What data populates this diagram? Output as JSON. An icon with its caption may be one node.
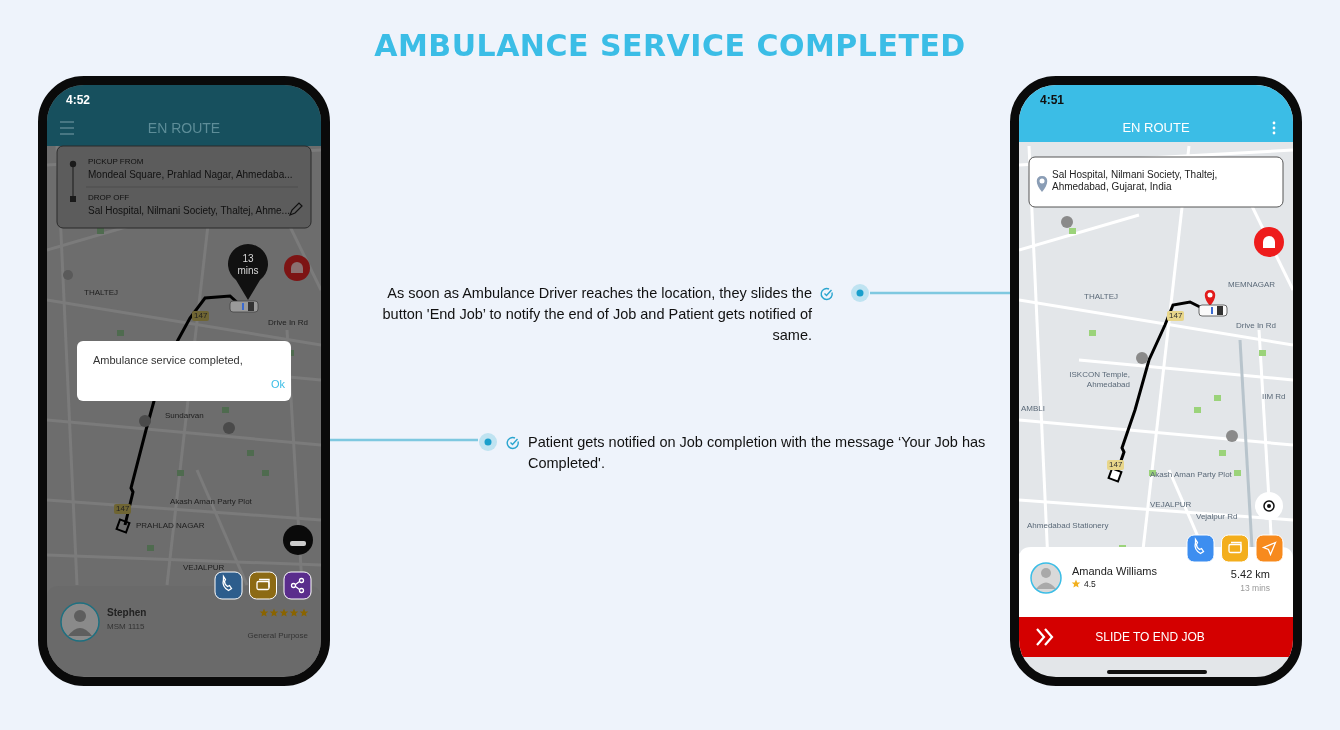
{
  "diagram": {
    "title": "AMBULANCE SERVICE COMPLETED",
    "nodes": [
      {
        "text": [],
        "shape": "picture"
      },
      {
        "text": [
          "As soon as Ambulance Driver reaches the location, they slides the button 'End Job’ to notify the end of Job and Patient gets notified of same."
        ]
      },
      {
        "text": [
          "Patient gets notified on Job completion with the message ‘Your Job has Completed'."
        ]
      },
      {
        "text": [],
        "shape": "picture"
      }
    ],
    "edges": [
      {
        "from": 1,
        "to": 3,
        "arrow": "none"
      },
      {
        "from": 2,
        "to": 0,
        "arrow": "none"
      }
    ],
    "labels": [
      "4:52",
      "EN ROUTE",
      "PICKUP FROM",
      "Mondeal Square, Prahlad Nagar, Ahmedaba...",
      "DROP OFF",
      "Sal Hospital, Nilmani Society, Thaltej, Ahme...",
      "13 mins",
      "THALTEJ",
      "147",
      "Drive In Rd",
      "Ambulance service completed,",
      "Ok",
      "Sundarvan",
      "147",
      "PRAHLAD NAGAR",
      "Akash Aman Party Plot",
      "VEJALPUR",
      "Stephen",
      "MSM 1115",
      "General Purpose",
      "4:51",
      "EN ROUTE",
      "Sal Hospital, Nilmani Society, Thaltej, Ahmedabad, Gujarat, India",
      "MEMNAGAR",
      "THALTEJ",
      "147",
      "Drive In Rd",
      "ISKCON Temple, Ahmedabad",
      "AMBLI",
      "IIM Rd",
      "Akash Aman Party Plot",
      "147",
      "VEJALPUR",
      "Vejalpur Rd",
      "Ahmedabad Stationery",
      "Amanda Williams",
      "4.5",
      "5.42 km",
      "13 mins",
      "SLIDE TO END JOB"
    ]
  }
}
